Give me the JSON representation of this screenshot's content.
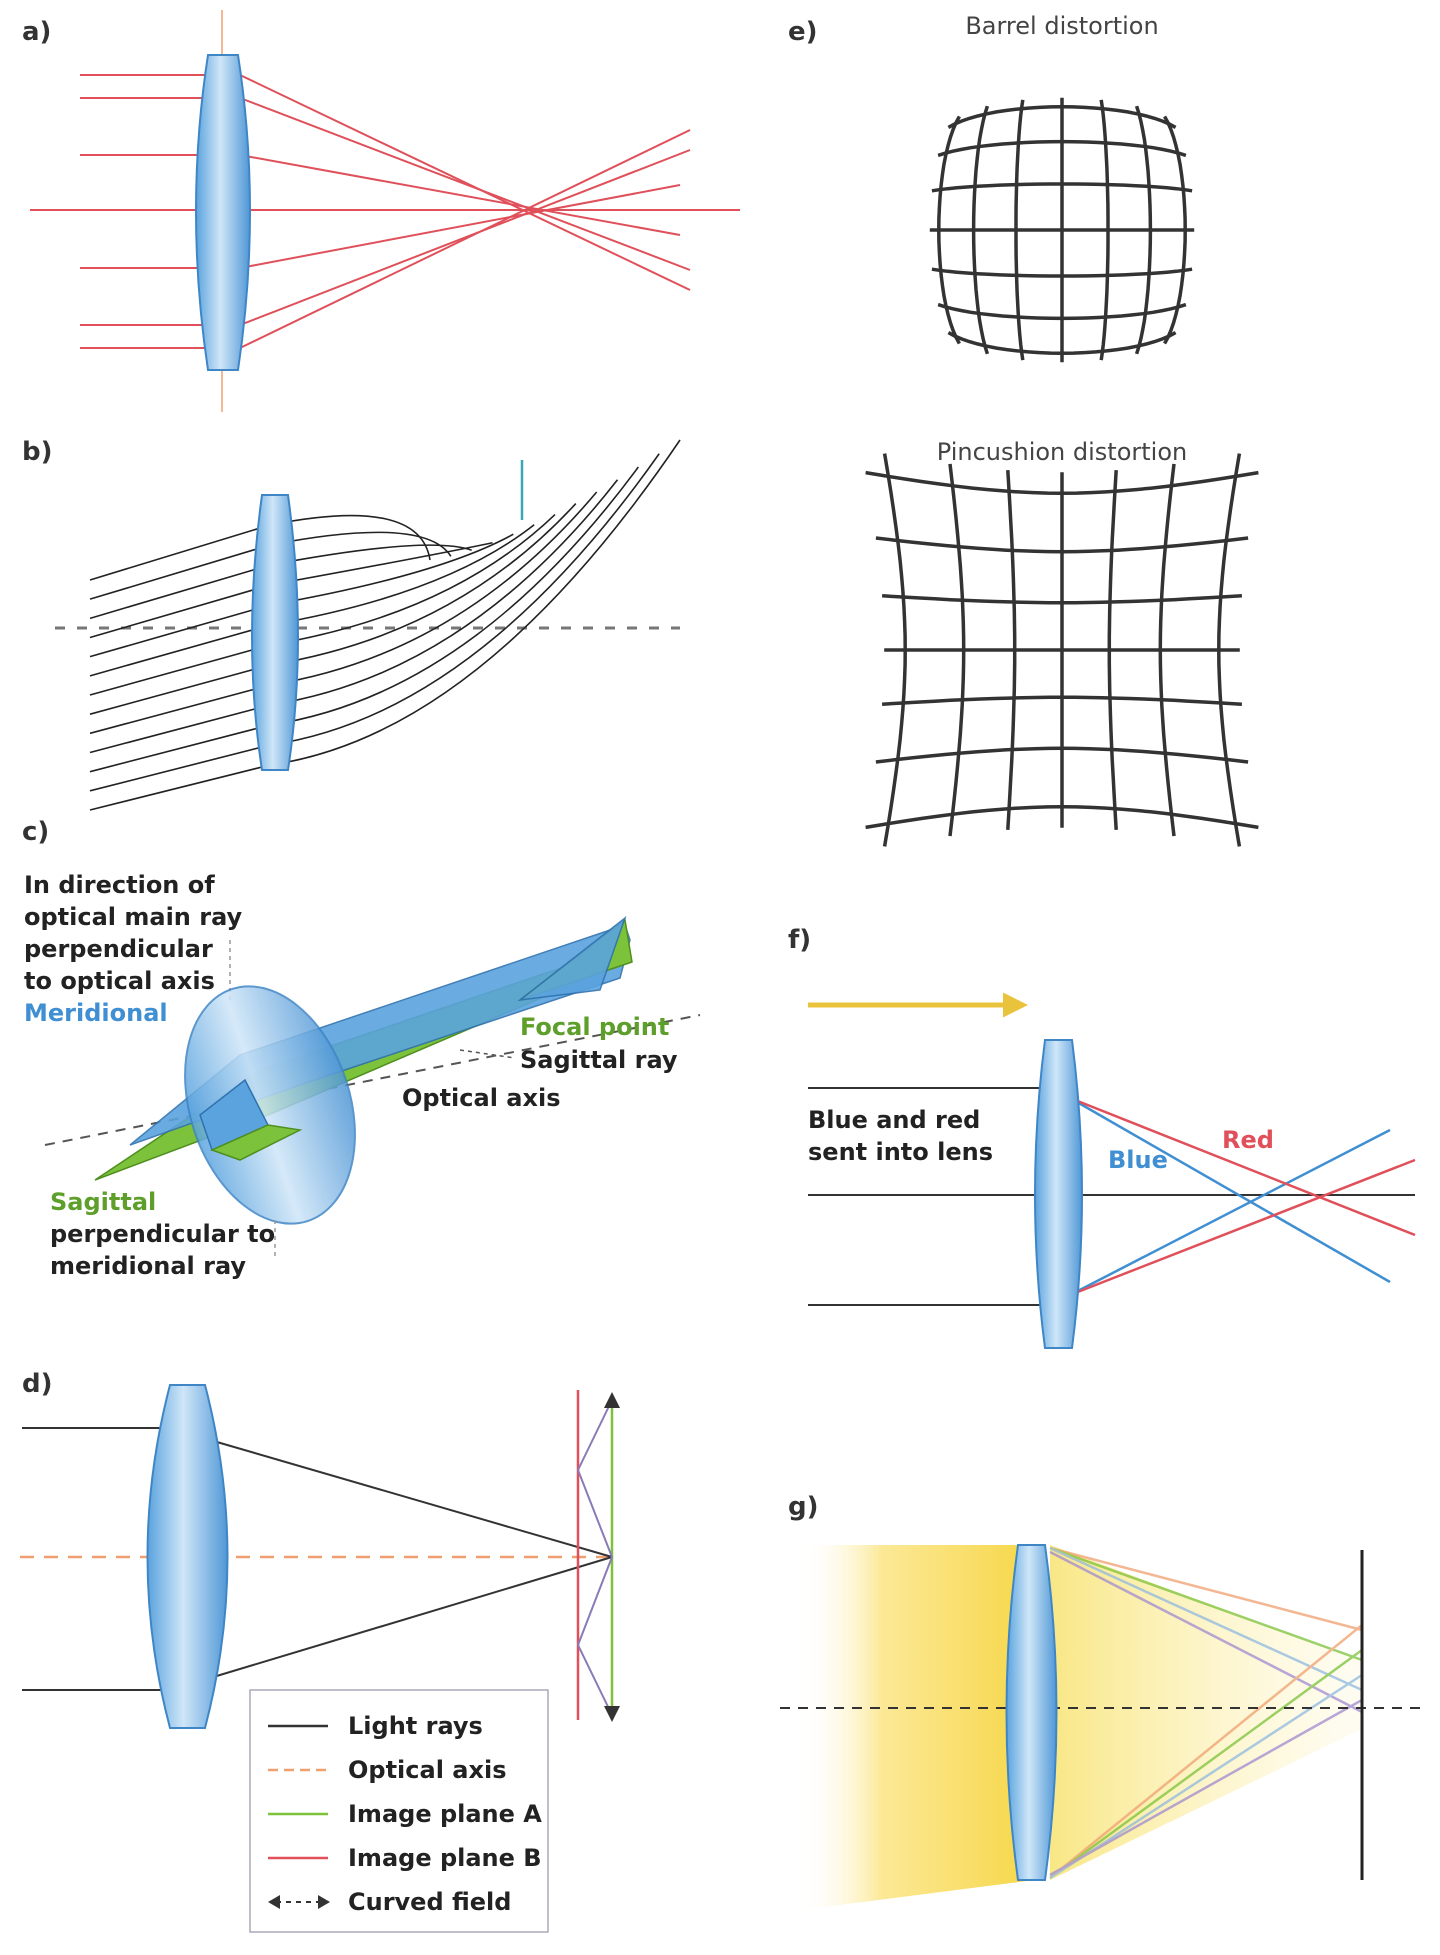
{
  "panels": {
    "a": "a)",
    "b": "b)",
    "c": "c)",
    "d": "d)",
    "e": "e)",
    "f": "f)",
    "g": "g)"
  },
  "e": {
    "barrel_title": "Barrel distortion",
    "pincushion_title": "Pincushion distortion"
  },
  "c": {
    "lines_top": [
      "In direction of",
      "optical main ray",
      "perpendicular",
      "to optical axis"
    ],
    "meridional": "Meridional",
    "focal_point": "Focal point",
    "sagittal_ray": "Sagittal ray",
    "optical_axis": "Optical axis",
    "sagittal": "Sagittal",
    "lines_bottom": [
      "perpendicular to",
      "meridional ray"
    ]
  },
  "f": {
    "sent_lines": [
      "Blue and red",
      "sent into lens"
    ],
    "blue": "Blue",
    "red": "Red"
  },
  "d": {
    "legend": [
      "Light rays",
      "Optical axis",
      "Image plane A",
      "Image plane B",
      "Curved field"
    ]
  },
  "colors": {
    "lens_fill": "#8fc3ee",
    "lens_stroke": "#3f86c6",
    "red_ray": "#e0505a",
    "blue_ray": "#3f8fd2",
    "green": "#7cc23a",
    "gold": "#e9c33c",
    "dark": "#333333",
    "axis_orange": "#f0a070"
  }
}
